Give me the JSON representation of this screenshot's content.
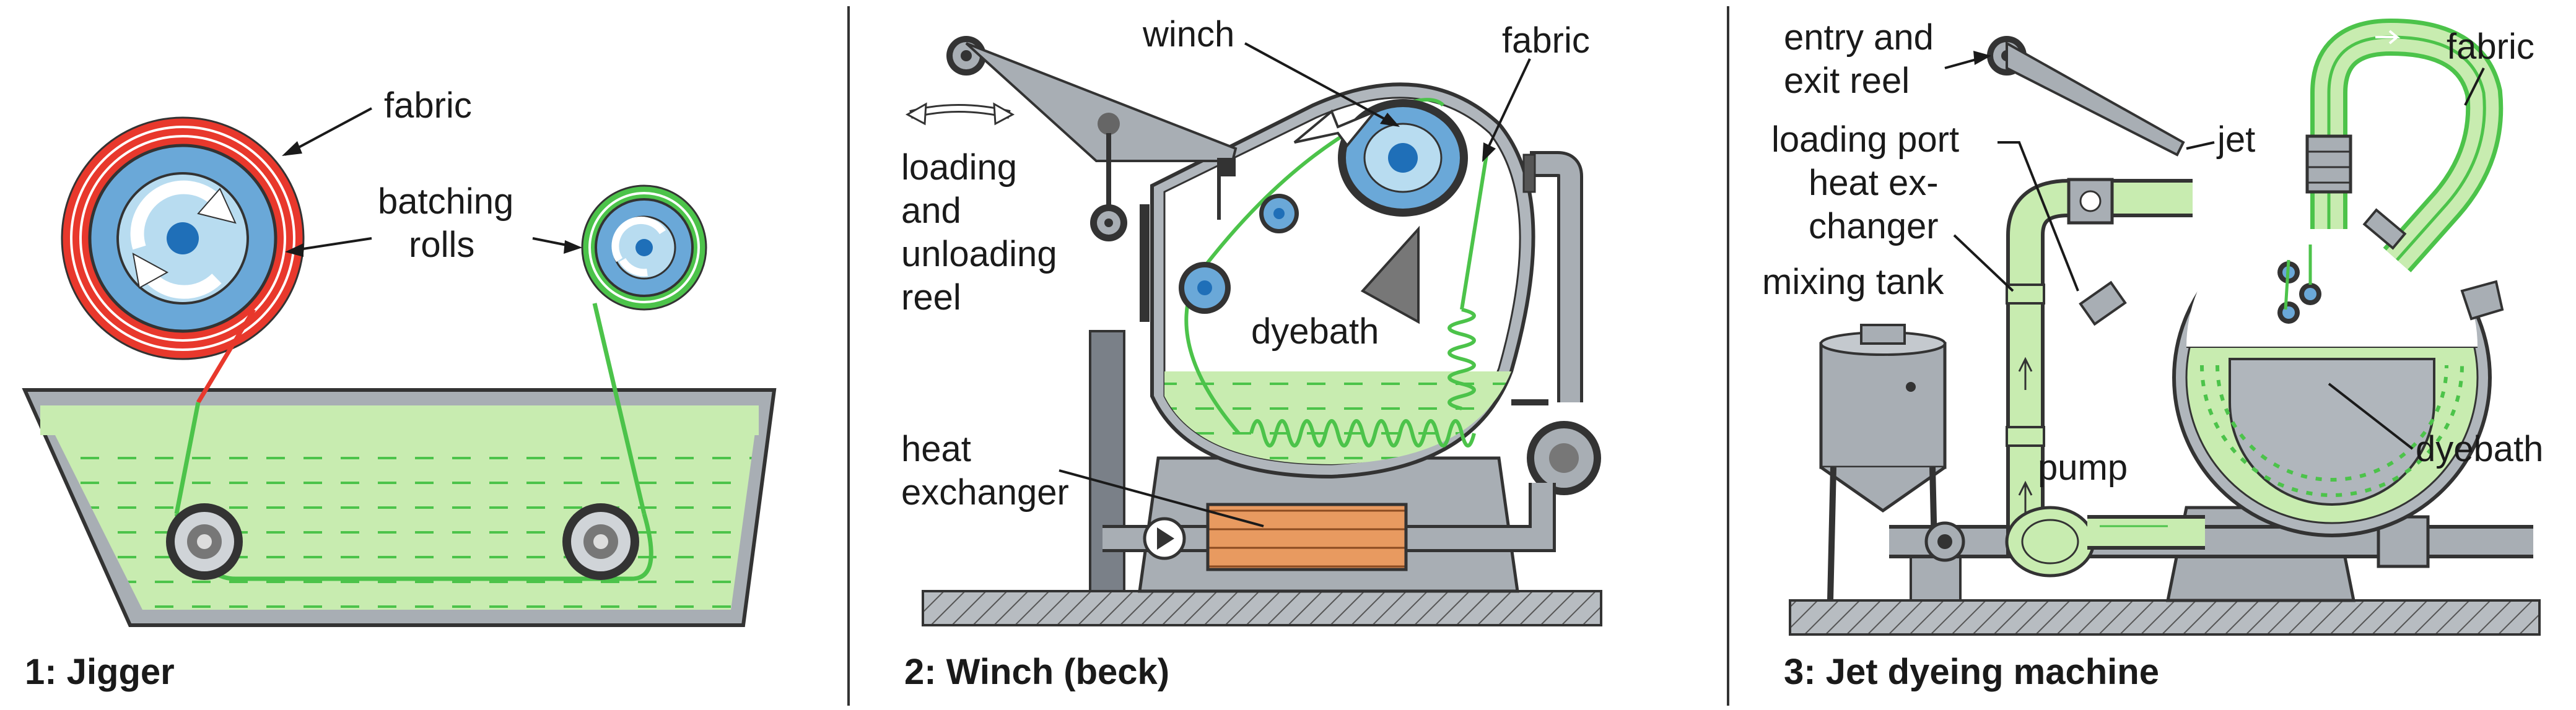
{
  "colors": {
    "fabric_green": "#4cc34a",
    "fabric_red": "#e8382c",
    "dyebath_green": "#c8ecb0",
    "roll_blue": "#6aa8d8",
    "roll_light": "#b8dcf0",
    "metal_gray": "#a8aeb4",
    "heat_exchanger": "#e89a60"
  },
  "panel1": {
    "caption": "1:  Jigger",
    "labels": {
      "fabric": "fabric",
      "batching_1": "batching",
      "batching_2": "rolls"
    }
  },
  "panel2": {
    "caption": "2:  Winch (beck)",
    "labels": {
      "winch": "winch",
      "fabric": "fabric",
      "loading_1": "loading",
      "loading_2": "and",
      "loading_3": "unloading",
      "loading_4": "reel",
      "dyebath": "dyebath",
      "heat_1": "heat",
      "heat_2": "exchanger"
    }
  },
  "panel3": {
    "caption": "3:  Jet dyeing machine",
    "labels": {
      "entry_1": "entry and",
      "entry_2": "exit reel",
      "fabric": "fabric",
      "loading_port": "loading port",
      "jet": "jet",
      "heat_1": "heat ex-",
      "heat_2": "changer",
      "mixing_tank": "mixing tank",
      "pump": "pump",
      "dyebath": "dyebath"
    }
  }
}
